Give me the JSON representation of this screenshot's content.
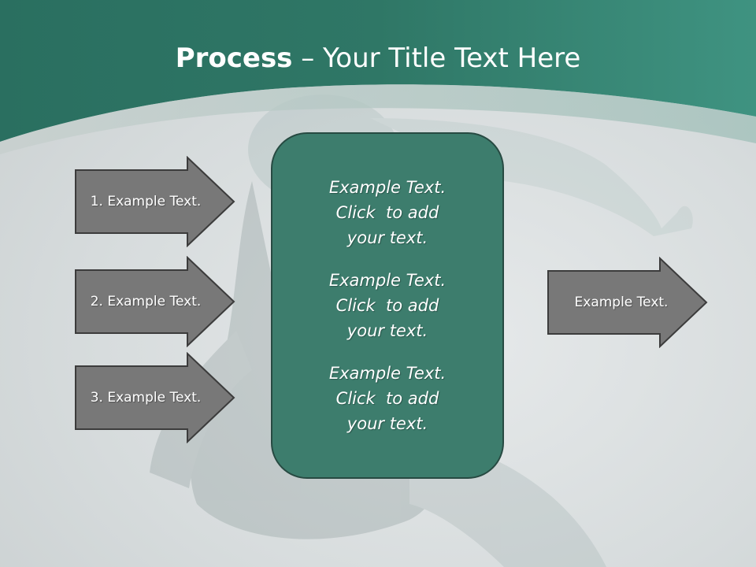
{
  "slide": {
    "title_bold": "Process",
    "title_rest": " – Your Title Text Here"
  },
  "left_arrows": [
    {
      "label": "1. Example Text."
    },
    {
      "label": "2. Example Text."
    },
    {
      "label": "3. Example Text."
    }
  ],
  "center_box": {
    "blocks": [
      {
        "lines": [
          "Example Text.",
          "Click  to add",
          "your text."
        ]
      },
      {
        "lines": [
          "Example Text.",
          "Click  to add",
          "your text."
        ]
      },
      {
        "lines": [
          "Example Text.",
          "Click  to add",
          "your text."
        ]
      }
    ]
  },
  "right_arrow": {
    "label": "Example Text."
  },
  "colors": {
    "header_green": "#2f7a69",
    "box_fill": "#3d7d6d",
    "arrow_fill": "#787878",
    "arrow_stroke": "#3c3c3c"
  }
}
